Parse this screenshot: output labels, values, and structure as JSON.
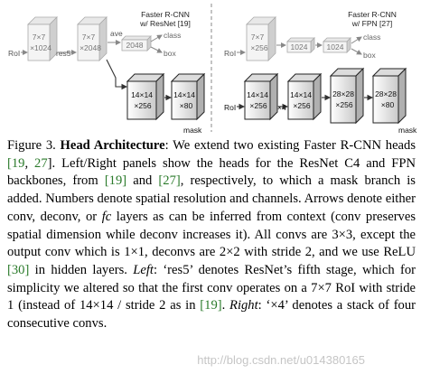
{
  "figure": {
    "left": {
      "title_line1": "Faster R-CNN",
      "title_line2": "w/ ResNet [19]",
      "roi": "RoI",
      "box1_top": "7×7",
      "box1_bottom": "×1024",
      "res5": "res5",
      "box2_top": "7×7",
      "box2_bottom": "×2048",
      "ave": "ave",
      "fc_2048": "2048",
      "class": "class",
      "box": "box",
      "mask_box1_top": "14×14",
      "mask_box1_bottom": "×256",
      "mask_box2_top": "14×14",
      "mask_box2_bottom": "×80",
      "mask": "mask"
    },
    "right": {
      "title_line1": "Faster R-CNN",
      "title_line2": "w/ FPN [27]",
      "roi_top": "RoI",
      "box1_top": "7×7",
      "box1_bottom": "×256",
      "fc1": "1024",
      "fc2": "1024",
      "class": "class",
      "box": "box",
      "roi_bottom": "RoI",
      "m1_top": "14×14",
      "m1_bottom": "×256",
      "x4": "×4",
      "m2_top": "14×14",
      "m2_bottom": "×256",
      "m3_top": "28×28",
      "m3_bottom": "×256",
      "m4_top": "28×28",
      "m4_bottom": "×80",
      "mask": "mask"
    }
  },
  "caption": {
    "fig_label": "Figure 3.",
    "title": "Head Architecture",
    "t1": ": We extend two existing Faster R-CNN heads ",
    "c19a": "[19",
    "comma1": ", ",
    "c27a": "27",
    "close1": "]",
    "t2": ". Left/Right panels show the heads for the ResNet C4 and FPN backbones, from ",
    "c19b": "[19]",
    "t3": " and ",
    "c27b": "[27]",
    "t4": ", respectively, to which a mask branch is added. Numbers denote spatial resolution and channels. Arrows denote either conv, deconv, or ",
    "fc": "fc",
    "t5": " layers as can be inferred from context (conv preserves spatial dimension while deconv increases it). All convs are 3×3, except the output conv which is 1×1, deconvs are 2×2 with stride 2, and we use ReLU ",
    "c30": "[30]",
    "t6": " in hidden layers. ",
    "left_word": "Left",
    "t7": ": ‘res5’ denotes ResNet’s fifth stage, which for simplicity we altered so that the first conv operates on a 7×7 RoI with stride 1 (instead of 14×14 / stride 2 as in ",
    "c19c": "[19]",
    "t8": ". ",
    "right_word": "Right",
    "t9": ": ‘×4’ denotes a stack of four consecutive convs."
  },
  "watermark": "http://blog.csdn.net/u014380165"
}
